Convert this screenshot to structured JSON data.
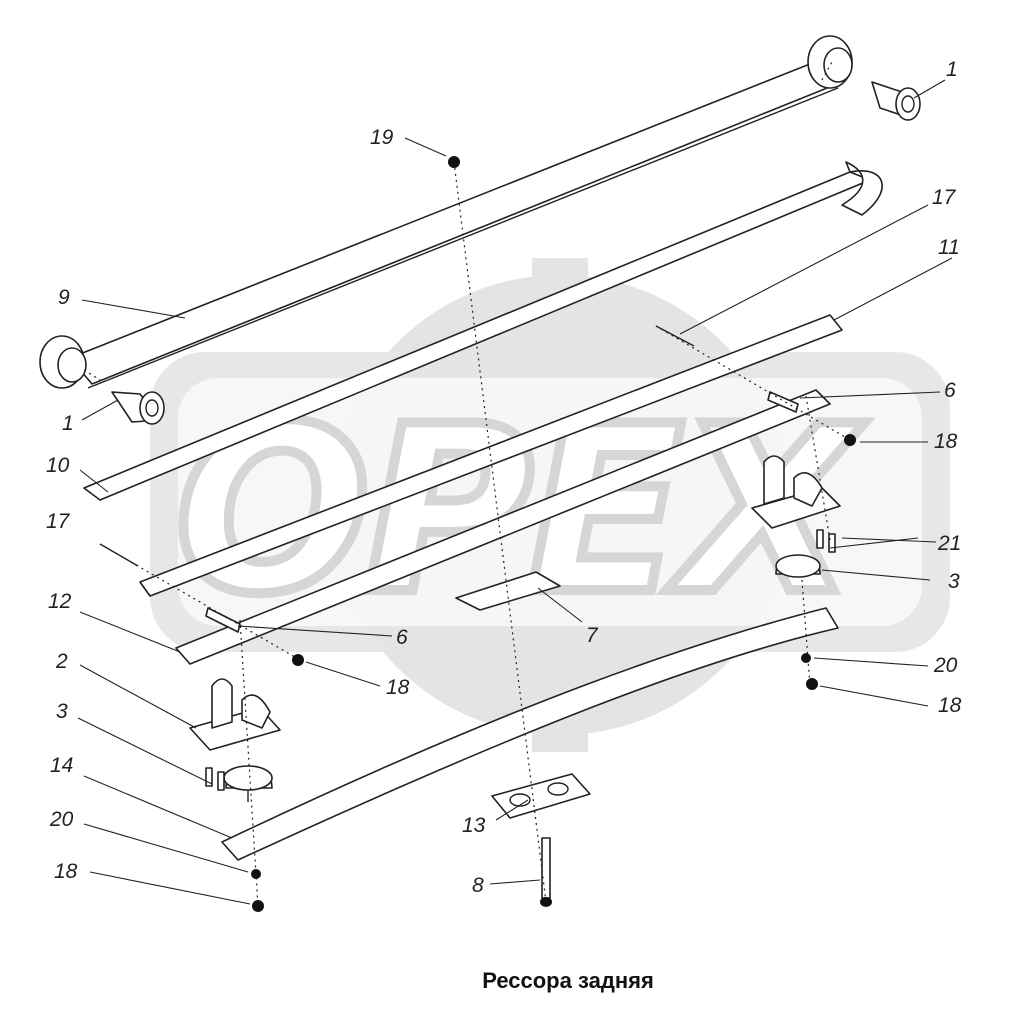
{
  "watermark": {
    "text": "OPEX"
  },
  "caption": "Рессора задняя",
  "callouts": [
    {
      "id": "c-1-top",
      "text": "1"
    },
    {
      "id": "c-1-left",
      "text": "1"
    },
    {
      "id": "c-19",
      "text": "19"
    },
    {
      "id": "c-17-top",
      "text": "17"
    },
    {
      "id": "c-11",
      "text": "11"
    },
    {
      "id": "c-9",
      "text": "9"
    },
    {
      "id": "c-6-right",
      "text": "6"
    },
    {
      "id": "c-18-right",
      "text": "18"
    },
    {
      "id": "c-10",
      "text": "10"
    },
    {
      "id": "c-17-left",
      "text": "17"
    },
    {
      "id": "c-21",
      "text": "21"
    },
    {
      "id": "c-3-right",
      "text": "3"
    },
    {
      "id": "c-12",
      "text": "12"
    },
    {
      "id": "c-6-mid",
      "text": "6"
    },
    {
      "id": "c-7",
      "text": "7"
    },
    {
      "id": "c-2",
      "text": "2"
    },
    {
      "id": "c-18-mid",
      "text": "18"
    },
    {
      "id": "c-20-right",
      "text": "20"
    },
    {
      "id": "c-3-left",
      "text": "3"
    },
    {
      "id": "c-18-right-low",
      "text": "18"
    },
    {
      "id": "c-14",
      "text": "14"
    },
    {
      "id": "c-13",
      "text": "13"
    },
    {
      "id": "c-20-left",
      "text": "20"
    },
    {
      "id": "c-18-left",
      "text": "18"
    },
    {
      "id": "c-8",
      "text": "8"
    }
  ]
}
